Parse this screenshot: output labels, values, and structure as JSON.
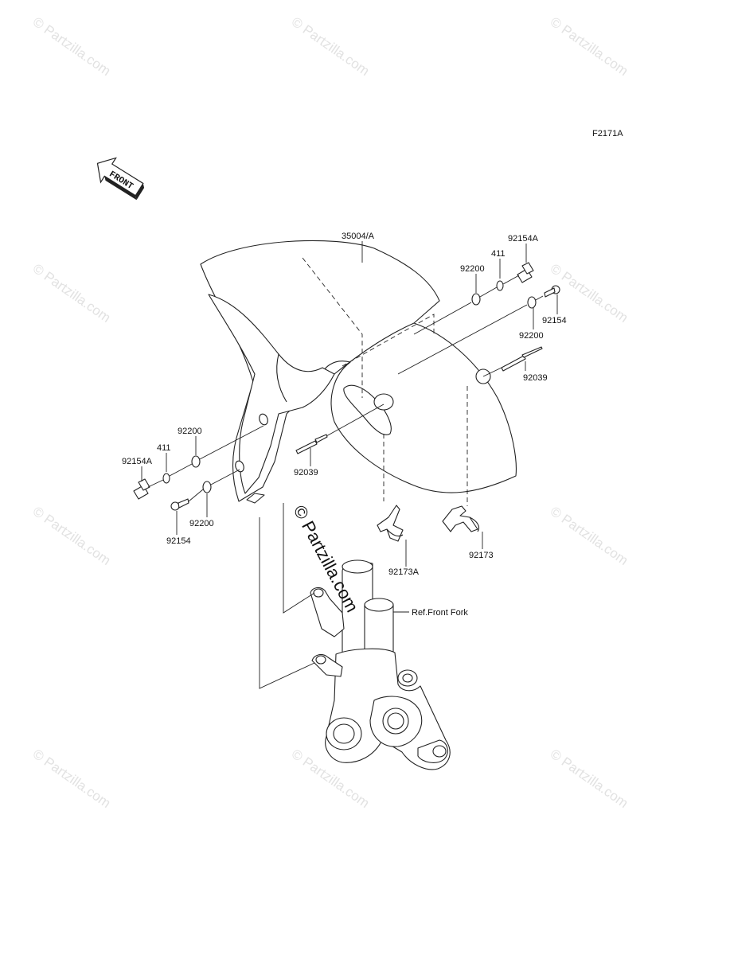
{
  "figure_code": "F2171A",
  "front_arrow_label": "FRONT",
  "watermark_text": "© Partzilla.com",
  "center_watermark_text": "© Partzilla.com",
  "callouts": {
    "fender": "35004/A",
    "bolt_right_top": "92154A",
    "washer411_right": "411",
    "washer92200_right_top": "92200",
    "screw_right": "92154",
    "washer92200_right": "92200",
    "clamp_right": "92039",
    "washer92200_left_top": "92200",
    "washer411_left": "411",
    "bolt_left": "92154A",
    "clamp_left": "92039",
    "washer92200_left": "92200",
    "screw_left": "92154",
    "holder_a": "92173A",
    "holder": "92173",
    "front_fork_ref": "Ref.Front Fork"
  },
  "colors": {
    "line": "#222222",
    "watermark": "#e2e2e2",
    "background": "#ffffff"
  }
}
